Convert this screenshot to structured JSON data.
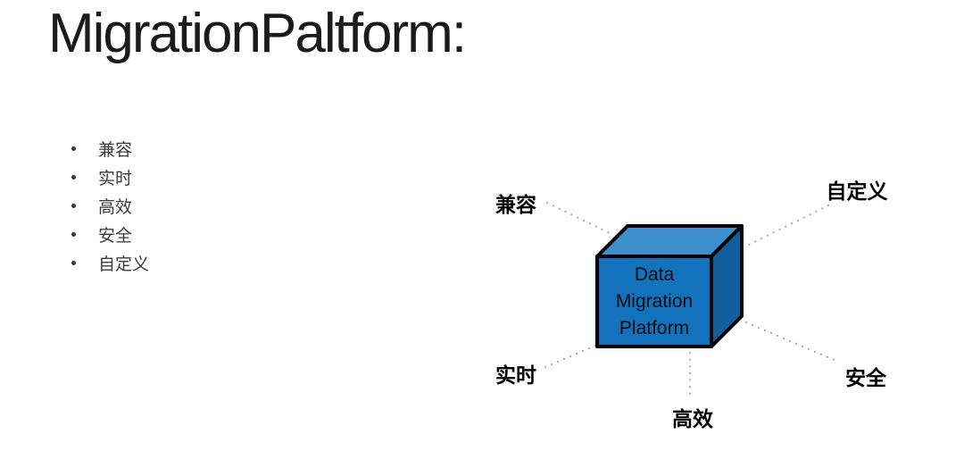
{
  "title": "MigrationPaltform:",
  "bullets": {
    "items": [
      "兼容",
      "实时",
      "高效",
      "安全",
      "自定义"
    ]
  },
  "diagram": {
    "cube": {
      "lines": [
        "Data",
        "Migration",
        "Platform"
      ],
      "front_color": "#1272BC",
      "top_color": "#3E8ECE",
      "right_color": "#135E9C",
      "outline_color": "#000000"
    },
    "labels": {
      "top_left": "兼容",
      "top_right": "自定义",
      "bottom_left": "实时",
      "bottom": "高效",
      "bottom_right": "安全"
    },
    "connector_color": "#9E9E9E"
  },
  "icons": {
    "bullet": "round-dot"
  }
}
